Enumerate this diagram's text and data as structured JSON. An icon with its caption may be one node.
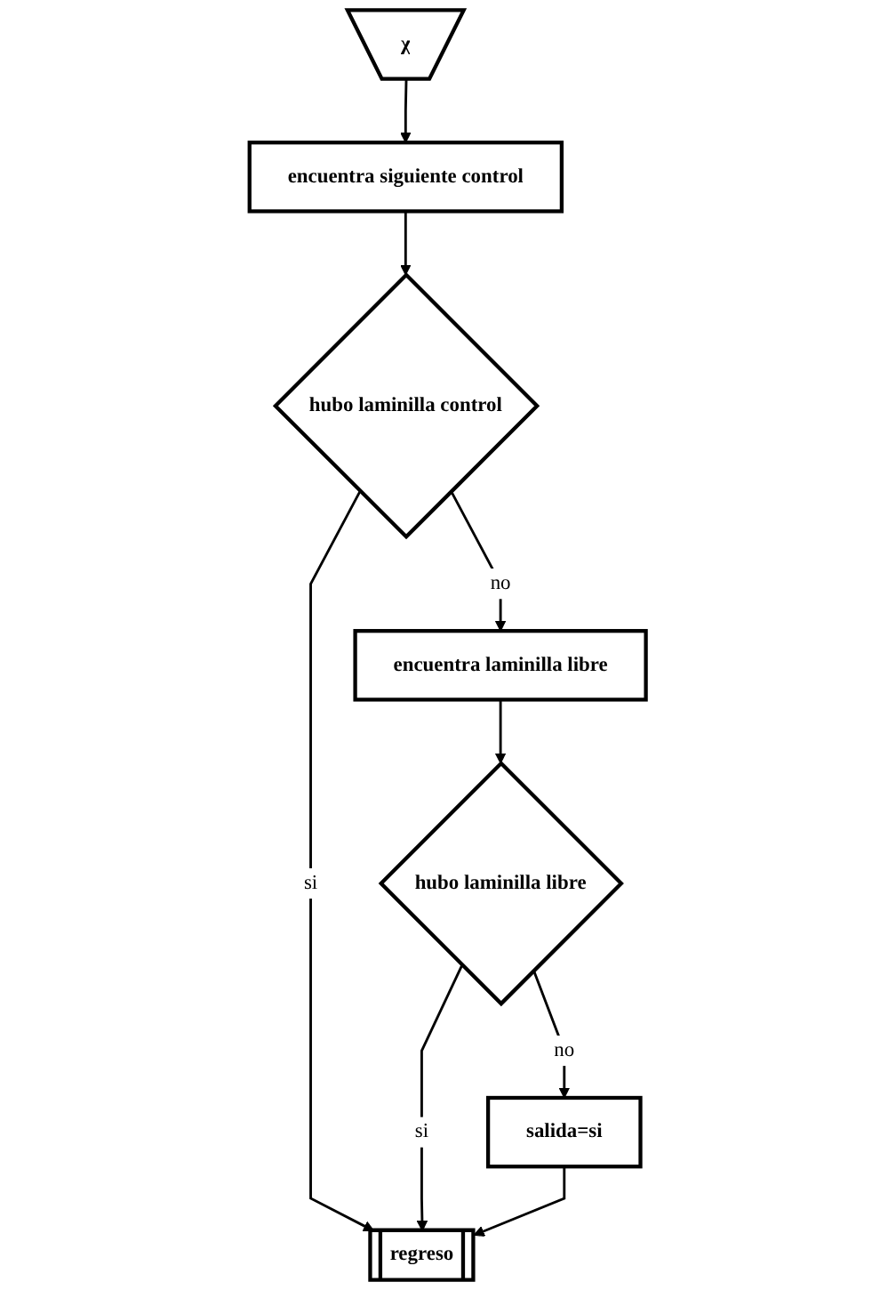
{
  "diagram": {
    "nodes": [
      {
        "text": [
          "χ"
        ]
      },
      {
        "text": [
          "encuentra siguiente control"
        ]
      },
      {
        "text": [
          "hubo laminilla control"
        ]
      },
      {
        "text": [
          "encuentra laminilla libre"
        ]
      },
      {
        "text": [
          "hubo laminilla libre"
        ]
      },
      {
        "text": [
          "salida=si"
        ]
      },
      {
        "text": [
          "regreso"
        ]
      }
    ],
    "edges": [
      {
        "from": 0,
        "to": 1,
        "arrow": "to"
      },
      {
        "from": 1,
        "to": 2,
        "arrow": "to"
      },
      {
        "from": 2,
        "to": 3,
        "label": "no",
        "arrow": "to"
      },
      {
        "from": 3,
        "to": 4,
        "arrow": "to"
      },
      {
        "from": 4,
        "to": 5,
        "label": "no",
        "arrow": "to"
      },
      {
        "from": 2,
        "to": 6,
        "label": "si",
        "arrow": "to"
      },
      {
        "from": 4,
        "to": 6,
        "label": "si",
        "arrow": "to"
      },
      {
        "from": 5,
        "to": 6,
        "arrow": "to"
      }
    ]
  }
}
